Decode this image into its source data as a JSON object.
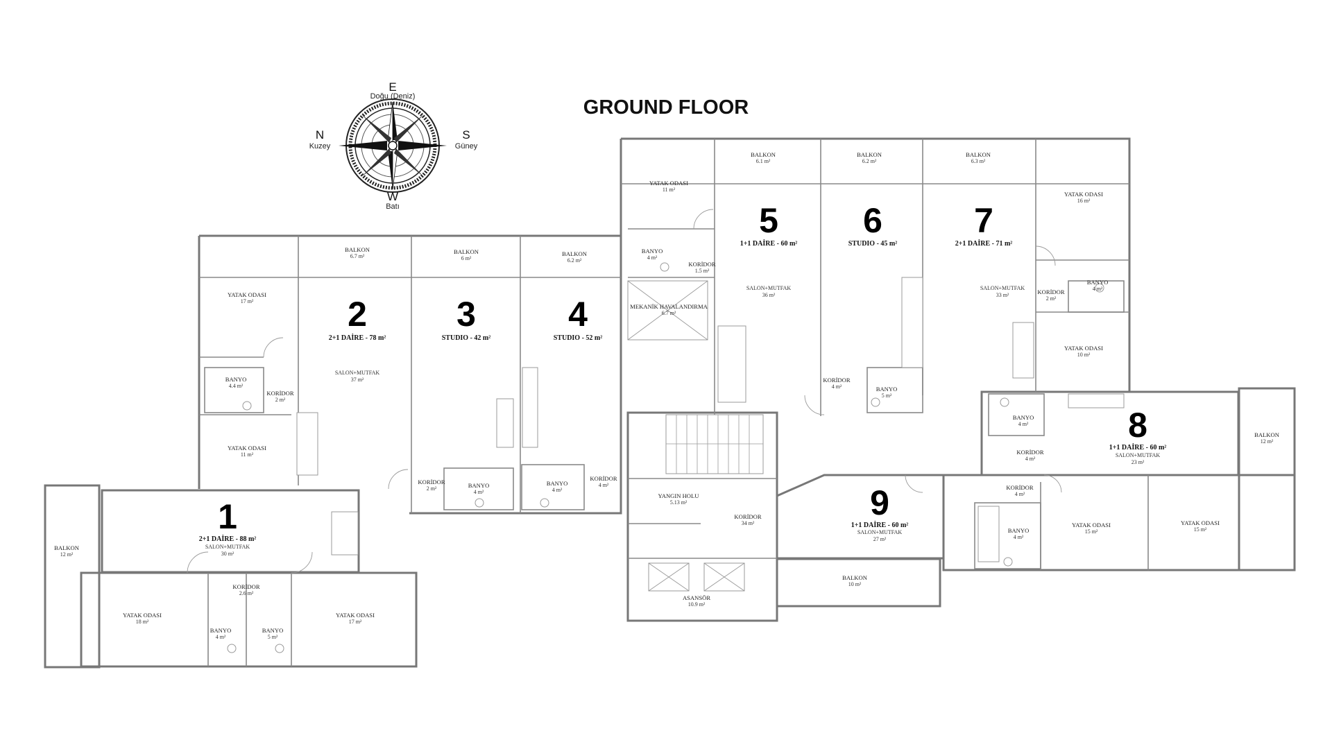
{
  "title": "GROUND FLOOR",
  "compass": {
    "east": {
      "letter": "E",
      "label": "Doğu (Deniz)"
    },
    "west": {
      "letter": "W",
      "label": "Batı"
    },
    "north": {
      "letter": "N",
      "label": "Kuzey"
    },
    "south": {
      "letter": "S",
      "label": "Güney"
    }
  },
  "units": [
    {
      "number": "1",
      "label": "2+1 DAİRE - 88 m²",
      "salon": "SALON+MUTFAK",
      "salon_area": "30 m²"
    },
    {
      "number": "2",
      "label": "2+1 DAİRE - 78 m²",
      "salon": "SALON+MUTFAK",
      "salon_area": "37 m²"
    },
    {
      "number": "3",
      "label": "STUDIO - 42 m²"
    },
    {
      "number": "4",
      "label": "STUDIO - 52 m²"
    },
    {
      "number": "5",
      "label": "1+1 DAİRE - 60 m²",
      "salon": "SALON+MUTFAK",
      "salon_area": "36 m²"
    },
    {
      "number": "6",
      "label": "STUDIO - 45 m²"
    },
    {
      "number": "7",
      "label": "2+1 DAİRE - 71 m²",
      "salon": "SALON+MUTFAK",
      "salon_area": "33 m²"
    },
    {
      "number": "8",
      "label": "1+1 DAİRE - 60 m²",
      "salon": "SALON+MUTFAK",
      "salon_area": "23 m²"
    },
    {
      "number": "9",
      "label": "1+1 DAİRE - 60 m²",
      "salon": "SALON+MUTFAK",
      "salon_area": "27 m²"
    }
  ],
  "rooms": [
    {
      "name": "BALKON",
      "area": "6.7 m²"
    },
    {
      "name": "BALKON",
      "area": "6 m²"
    },
    {
      "name": "BALKON",
      "area": "6.2 m²"
    },
    {
      "name": "YATAK ODASI",
      "area": "17 m²"
    },
    {
      "name": "BANYO",
      "area": "4.4 m²"
    },
    {
      "name": "KORİDOR",
      "area": "2 m²"
    },
    {
      "name": "YATAK ODASI",
      "area": "11 m²"
    },
    {
      "name": "KORİDOR",
      "area": "2 m²"
    },
    {
      "name": "BANYO",
      "area": "4 m²"
    },
    {
      "name": "BANYO",
      "area": "4 m²"
    },
    {
      "name": "KORİDOR",
      "area": "4 m²"
    },
    {
      "name": "BALKON",
      "area": "12 m²"
    },
    {
      "name": "KORİDOR",
      "area": "2.6 m²"
    },
    {
      "name": "YATAK ODASI",
      "area": "18 m²"
    },
    {
      "name": "BANYO",
      "area": "4 m²"
    },
    {
      "name": "BANYO",
      "area": "5 m²"
    },
    {
      "name": "YATAK ODASI",
      "area": "17 m²"
    },
    {
      "name": "YATAK ODASI",
      "area": "11 m²"
    },
    {
      "name": "BANYO",
      "area": "4 m²"
    },
    {
      "name": "KORİDOR",
      "area": "1.5 m²"
    },
    {
      "name": "MEKANİK HAVALANDIRMA",
      "area": "6.7 m²"
    },
    {
      "name": "BALKON",
      "area": "6.1 m²"
    },
    {
      "name": "BALKON",
      "area": "6.2 m²"
    },
    {
      "name": "BALKON",
      "area": "6.3 m²"
    },
    {
      "name": "KORİDOR",
      "area": "4 m²"
    },
    {
      "name": "BANYO",
      "area": "5 m²"
    },
    {
      "name": "YATAK ODASI",
      "area": "16 m²"
    },
    {
      "name": "BANYO",
      "area": "4 m²"
    },
    {
      "name": "KORİDOR",
      "area": "2 m²"
    },
    {
      "name": "YATAK ODASI",
      "area": "10 m²"
    },
    {
      "name": "BANYO",
      "area": "4 m²"
    },
    {
      "name": "KORİDOR",
      "area": "4 m²"
    },
    {
      "name": "BALKON",
      "area": "12 m²"
    },
    {
      "name": "YANGIN HOLU",
      "area": "5.13 m²"
    },
    {
      "name": "KORİDOR",
      "area": "34 m²"
    },
    {
      "name": "ASANSÖR",
      "area": "10.9 m²"
    },
    {
      "name": "BALKON",
      "area": "10 m²"
    },
    {
      "name": "KORİDOR",
      "area": "4 m²"
    },
    {
      "name": "BANYO",
      "area": "4 m²"
    },
    {
      "name": "YATAK ODASI",
      "area": "15 m²"
    },
    {
      "name": "YATAK ODASI",
      "area": "15 m²"
    }
  ]
}
